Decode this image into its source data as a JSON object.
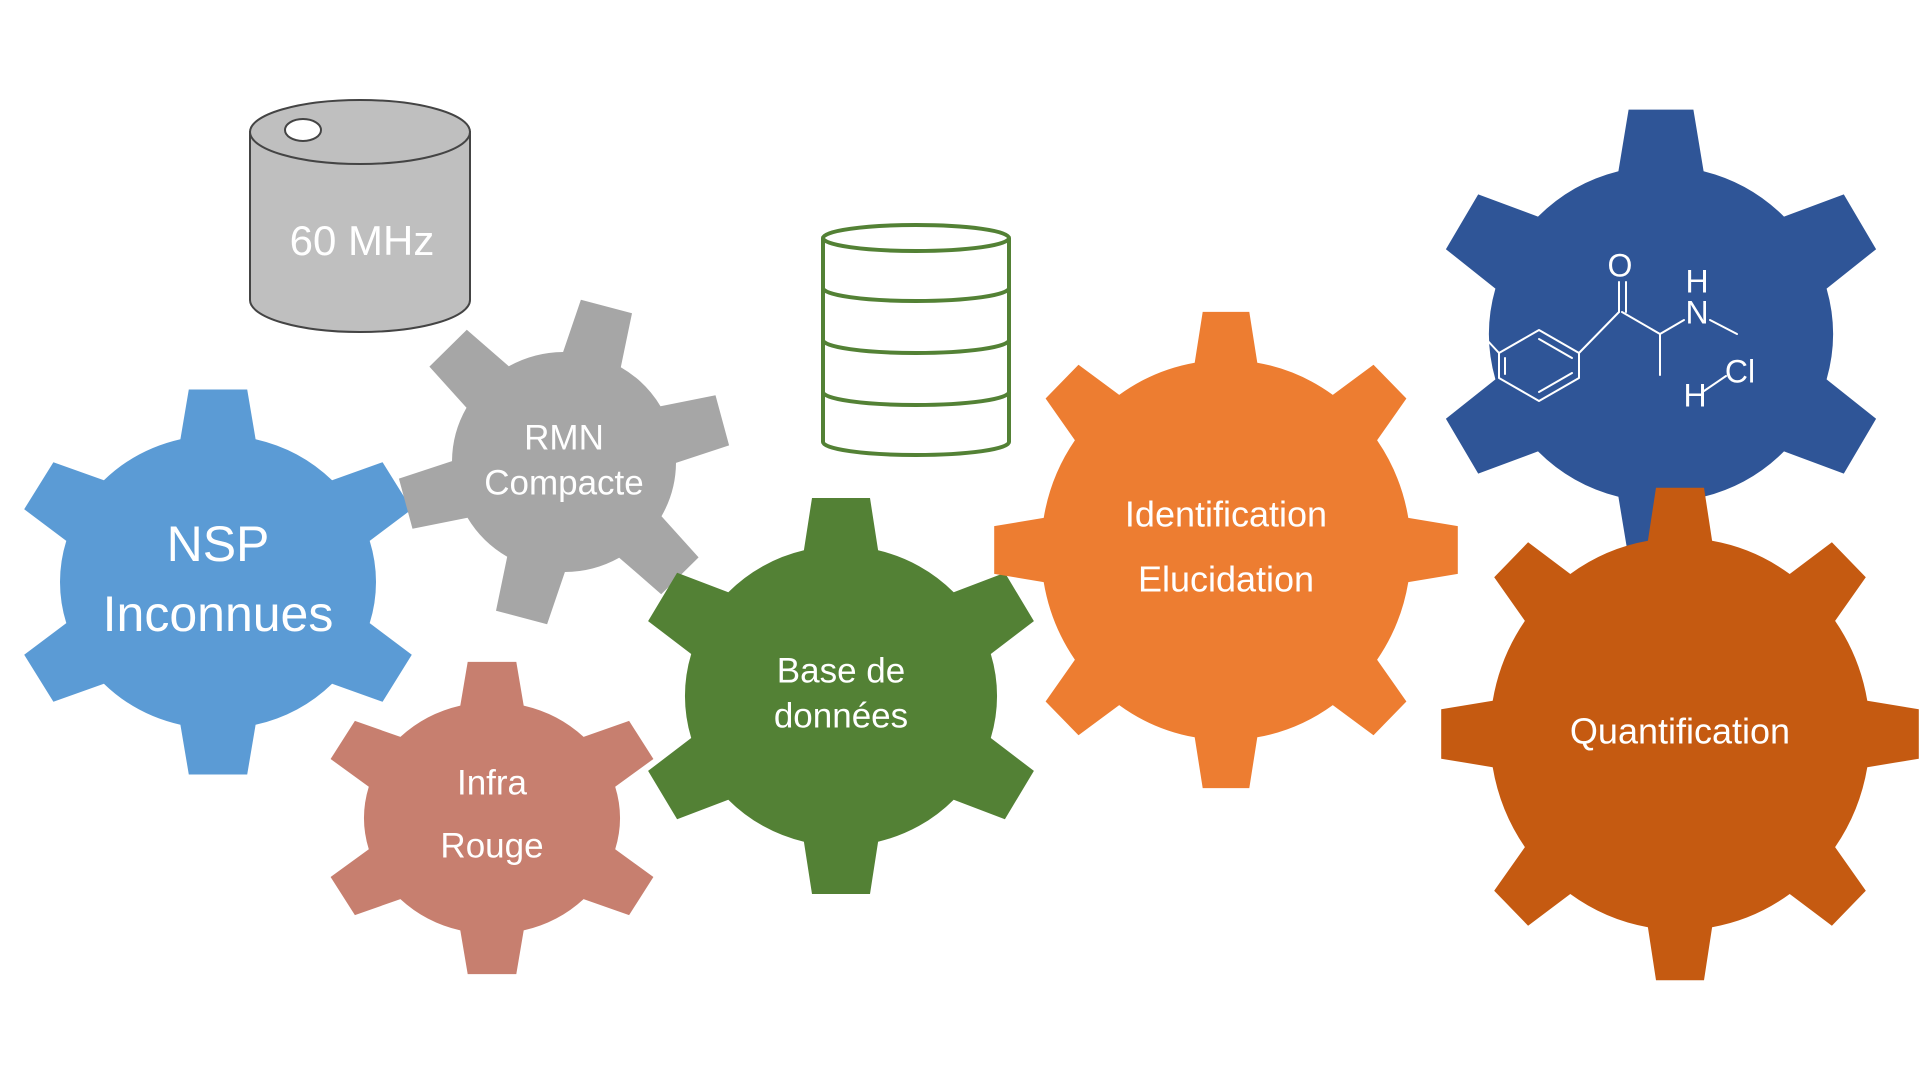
{
  "magnet": {
    "label": "60 MHz",
    "color": "#bfbfbf"
  },
  "database": {
    "color": "#538135"
  },
  "gears": [
    {
      "id": "nsp",
      "lines": [
        "NSP",
        "Inconnues"
      ],
      "color": "#5b9bd5"
    },
    {
      "id": "rmn",
      "lines": [
        "RMN",
        "Compacte"
      ],
      "color": "#a6a6a6"
    },
    {
      "id": "ir",
      "lines": [
        "Infra",
        "Rouge"
      ],
      "color": "#c77f6f"
    },
    {
      "id": "db",
      "lines": [
        "Base de",
        "données"
      ],
      "color": "#538135"
    },
    {
      "id": "ident",
      "lines": [
        "Identification",
        "Elucidation"
      ],
      "color": "#ed7d31"
    },
    {
      "id": "molecule",
      "lines": [],
      "color": "#2f5597"
    },
    {
      "id": "quant",
      "lines": [
        "Quantification"
      ],
      "color": "#c55a11"
    }
  ],
  "molecule": {
    "atoms": [
      "O",
      "H",
      "N",
      "H",
      "Cl"
    ]
  }
}
